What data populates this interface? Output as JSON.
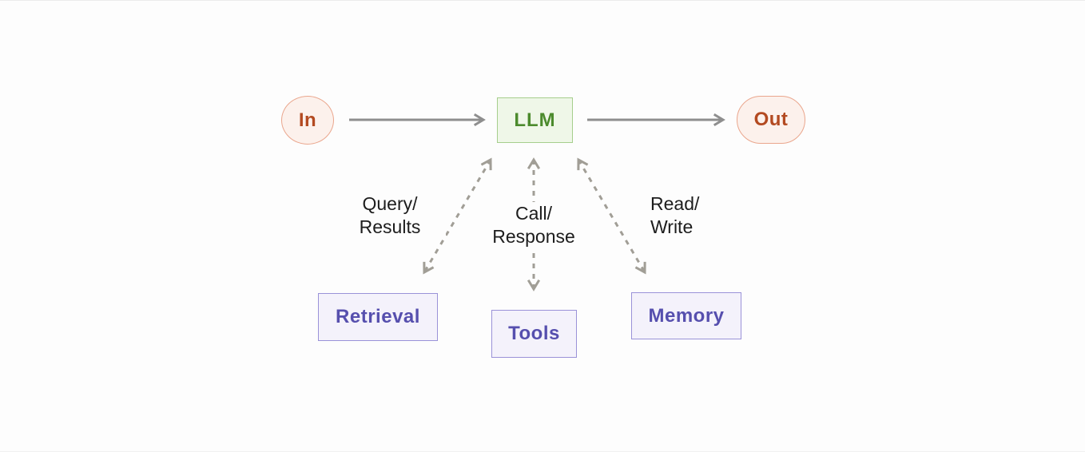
{
  "background": "#fdfdfd",
  "colors": {
    "io_fill": "#fcf1ec",
    "io_border": "#eaa68d",
    "io_text": "#b34a21",
    "llm_fill": "#eff7e8",
    "llm_border": "#a6ce8c",
    "llm_text": "#4c8b2d",
    "module_fill": "#f4f2fb",
    "module_border": "#9a92d8",
    "module_text": "#564fae",
    "solid_arrow": "#8e8e8e",
    "dashed_arrow": "#a19e96",
    "edge_label_text": "#1d1d1d"
  },
  "nodes": {
    "in": {
      "label": "In"
    },
    "llm": {
      "label": "LLM"
    },
    "out": {
      "label": "Out"
    },
    "retrieval": {
      "label": "Retrieval"
    },
    "tools": {
      "label": "Tools"
    },
    "memory": {
      "label": "Memory"
    }
  },
  "edges": {
    "query_results": {
      "line1": "Query/",
      "line2": "Results"
    },
    "call_response": {
      "line1": "Call/",
      "line2": "Response"
    },
    "read_write": {
      "line1": "Read/",
      "line2": "Write"
    }
  }
}
